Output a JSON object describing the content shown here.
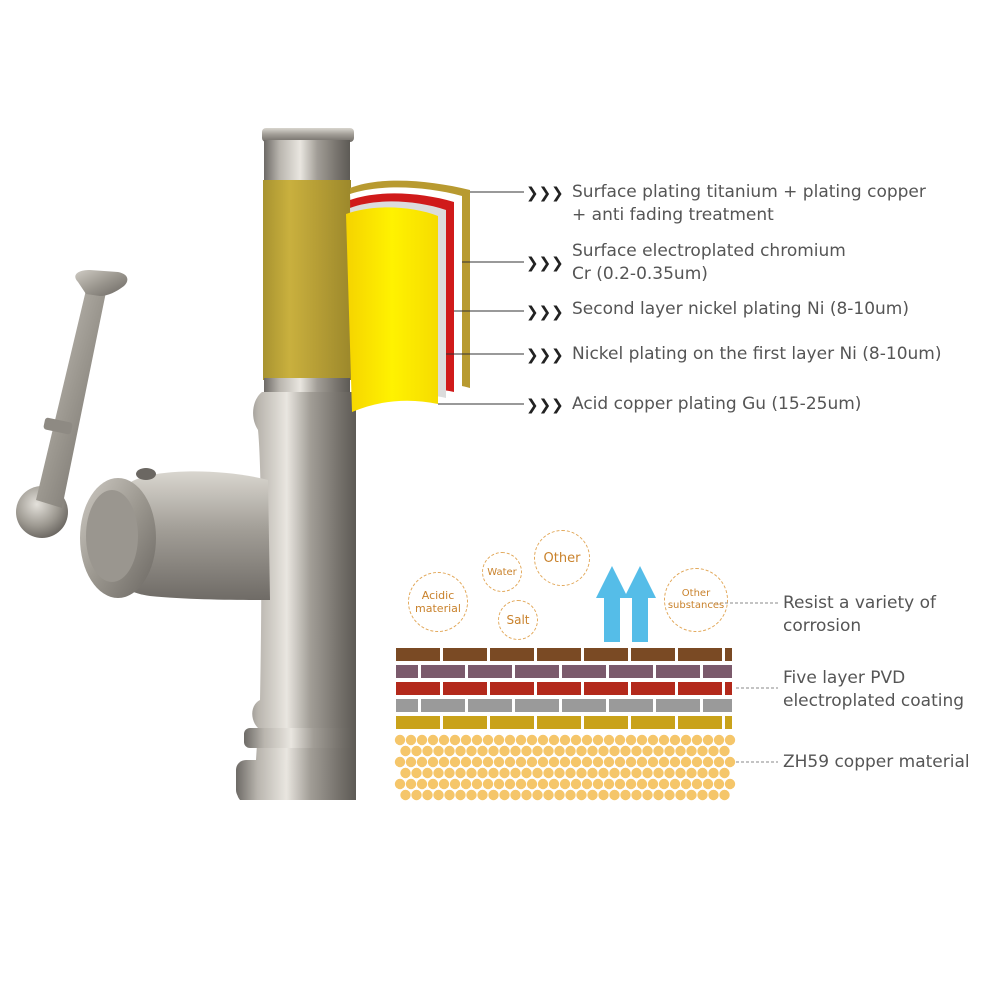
{
  "layers": [
    {
      "line1": "Surface plating titanium + plating copper",
      "line2": "+ anti fading treatment"
    },
    {
      "line1": "Surface electroplated chromium",
      "line2": "Cr (0.2-0.35um)"
    },
    {
      "line1": "Second layer nickel plating Ni  (8-10um)",
      "line2": ""
    },
    {
      "line1": "Nickel plating on the first layer Ni  (8-10um)",
      "line2": ""
    },
    {
      "line1": "Acid copper plating Gu  (15-25um)",
      "line2": ""
    }
  ],
  "corrosion_agents": [
    {
      "label": "Acidic material"
    },
    {
      "label": "Water"
    },
    {
      "label": "Other"
    },
    {
      "label": "Salt"
    },
    {
      "label": "Other substances"
    }
  ],
  "callouts": [
    {
      "line1": "Resist a variety of",
      "line2": "corrosion"
    },
    {
      "line1": "Five layer PVD",
      "line2": "electroplated coating"
    },
    {
      "line1": "ZH59 copper material",
      "line2": ""
    }
  ],
  "colors": {
    "gold_sleeve": "#c9ad38",
    "layer_yellow": "#f7e400",
    "layer_red": "#d11a1a",
    "brick_brown": "#7a4a24",
    "brick_purple": "#7b5a6c",
    "brick_red": "#b3291b",
    "brick_gray": "#9a9a9a",
    "brick_gold": "#c9a21a",
    "copper_dot": "#f5c66a",
    "arrow_blue": "#55bde8",
    "label_gray": "#555555"
  }
}
